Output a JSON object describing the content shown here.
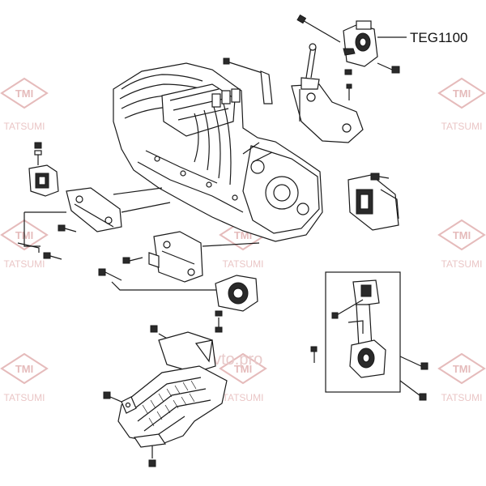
{
  "diagram": {
    "part_label": "TEG1100",
    "watermark": {
      "logo_text": "TMI",
      "brand_text": "TATSUMI",
      "center_text": "avto.pro"
    }
  }
}
